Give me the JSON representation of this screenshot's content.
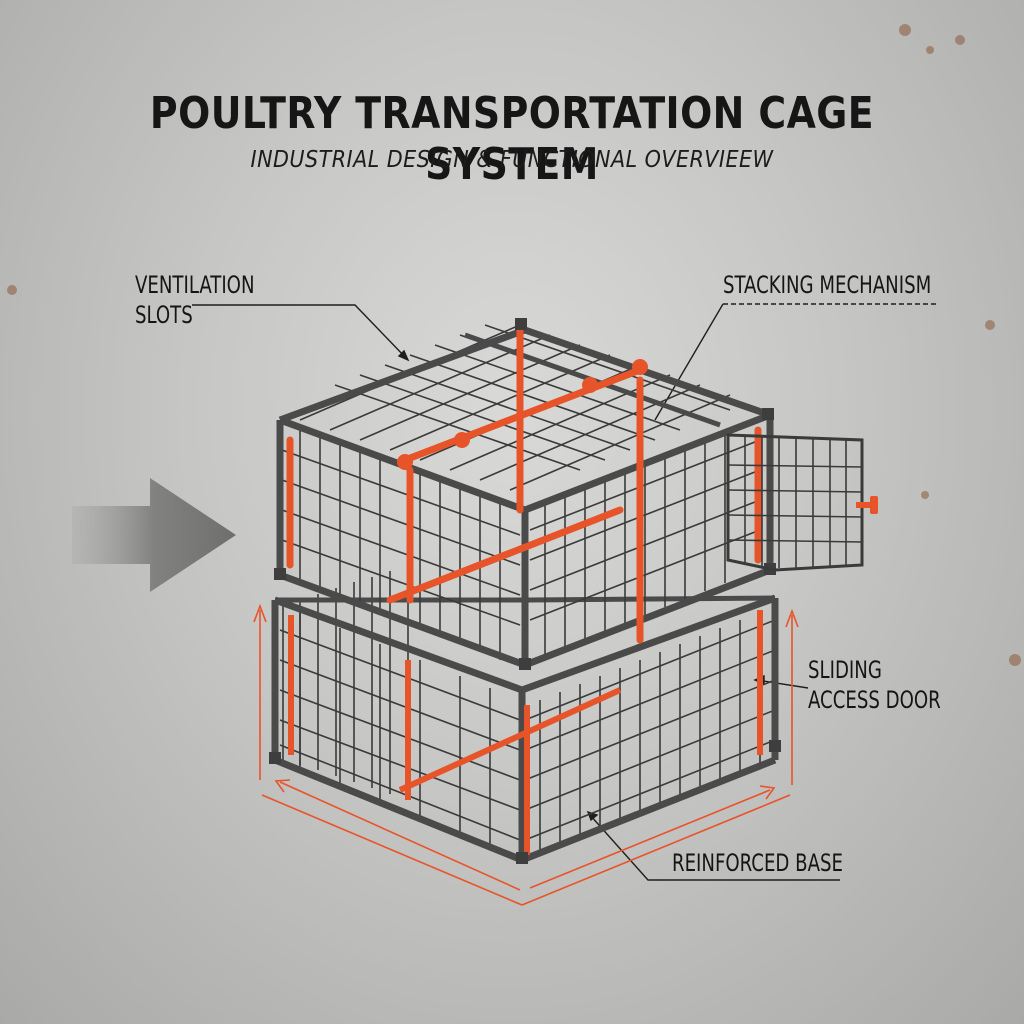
{
  "header": {
    "title": "POULTRY TRANSPORTATION CAGE SYSTEM",
    "subtitle": "INDUSTRIAL DESIGN & FUNCTIONAL OVERVIEEW"
  },
  "callouts": {
    "ventilation": {
      "line1": "VENTILATION",
      "line2": "SLOTS"
    },
    "stacking": {
      "text": "STACKING MECHANISM"
    },
    "door": {
      "line1": "SLIDING",
      "line2": "ACCESS DOOR"
    },
    "base": {
      "text": "REINFORCED BASE"
    }
  },
  "colors": {
    "frame": "#4a4a4a",
    "mesh": "#3a3a3a",
    "accent": "#e8542a",
    "background": "#c8c8c6"
  },
  "icons": {
    "direction_arrow": "right-arrow-icon"
  }
}
